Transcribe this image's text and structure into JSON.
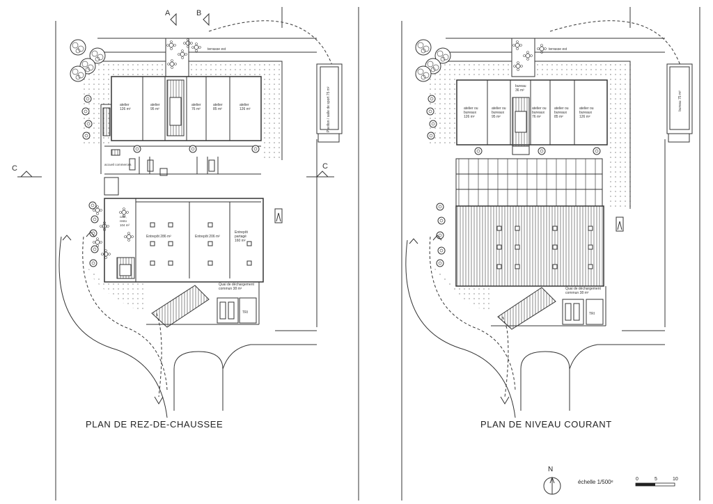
{
  "plans": [
    {
      "title": "PLAN DE REZ-DE-CHAUSSEE",
      "section_marks": {
        "a": "A",
        "b": "B",
        "c_left": "C",
        "c_right": "C"
      },
      "terrace_label": "terrasse est",
      "side_building": "Pavillon / salle de sport 75 m²",
      "upper_units": [
        {
          "l1": "atelier",
          "l2": "126 m²"
        },
        {
          "l1": "atelier",
          "l2": "95 m²"
        },
        {
          "l1": "atelier",
          "l2": "76 m²"
        },
        {
          "l1": "atelier",
          "l2": "85 m²"
        },
        {
          "l1": "atelier",
          "l2": "126 m²"
        }
      ],
      "access_label": "accueil commerces",
      "cafe_label": {
        "l1": "café,",
        "l2": "resto",
        "l3": "104 m²"
      },
      "warehouses": [
        {
          "l1": "Entrepôt 286 m²",
          "l2": ""
        },
        {
          "l1": "Entrepôt 206 m²",
          "l2": ""
        },
        {
          "l1": "Entrepôt",
          "l2": "partagé",
          "l3": "160 m²"
        }
      ],
      "dock_label": {
        "l1": "Quai de déchargement",
        "l2": "commun 38 m²"
      },
      "tri_label": "TRI"
    },
    {
      "title": "PLAN DE NIVEAU COURANT",
      "terrace_label": "terrasse est",
      "side_building": "bureau 75 m²",
      "bureau_label": {
        "l1": "bureau",
        "l2": "36 m²"
      },
      "upper_units": [
        {
          "l1": "atelier ou",
          "l2": "bureaux",
          "l3": "126 m²"
        },
        {
          "l1": "atelier ou",
          "l2": "bureaux",
          "l3": "95 m²"
        },
        {
          "l1": "atelier ou",
          "l2": "bureaux",
          "l3": "76 m²"
        },
        {
          "l1": "atelier ou",
          "l2": "bureaux",
          "l3": "85 m²"
        },
        {
          "l1": "atelier ou",
          "l2": "bureaux",
          "l3": "126 m²"
        }
      ],
      "dock_label": {
        "l1": "Quai de déchargement",
        "l2": "commun 38 m²"
      },
      "tri_label": "TRI"
    }
  ],
  "legend": {
    "north": "N",
    "scale": "échelle 1/500ᵉ",
    "scale_ticks": [
      "0",
      "5",
      "10"
    ]
  },
  "colors": {
    "line": "#333333",
    "dots": "#888888",
    "hatch": "#666666"
  }
}
